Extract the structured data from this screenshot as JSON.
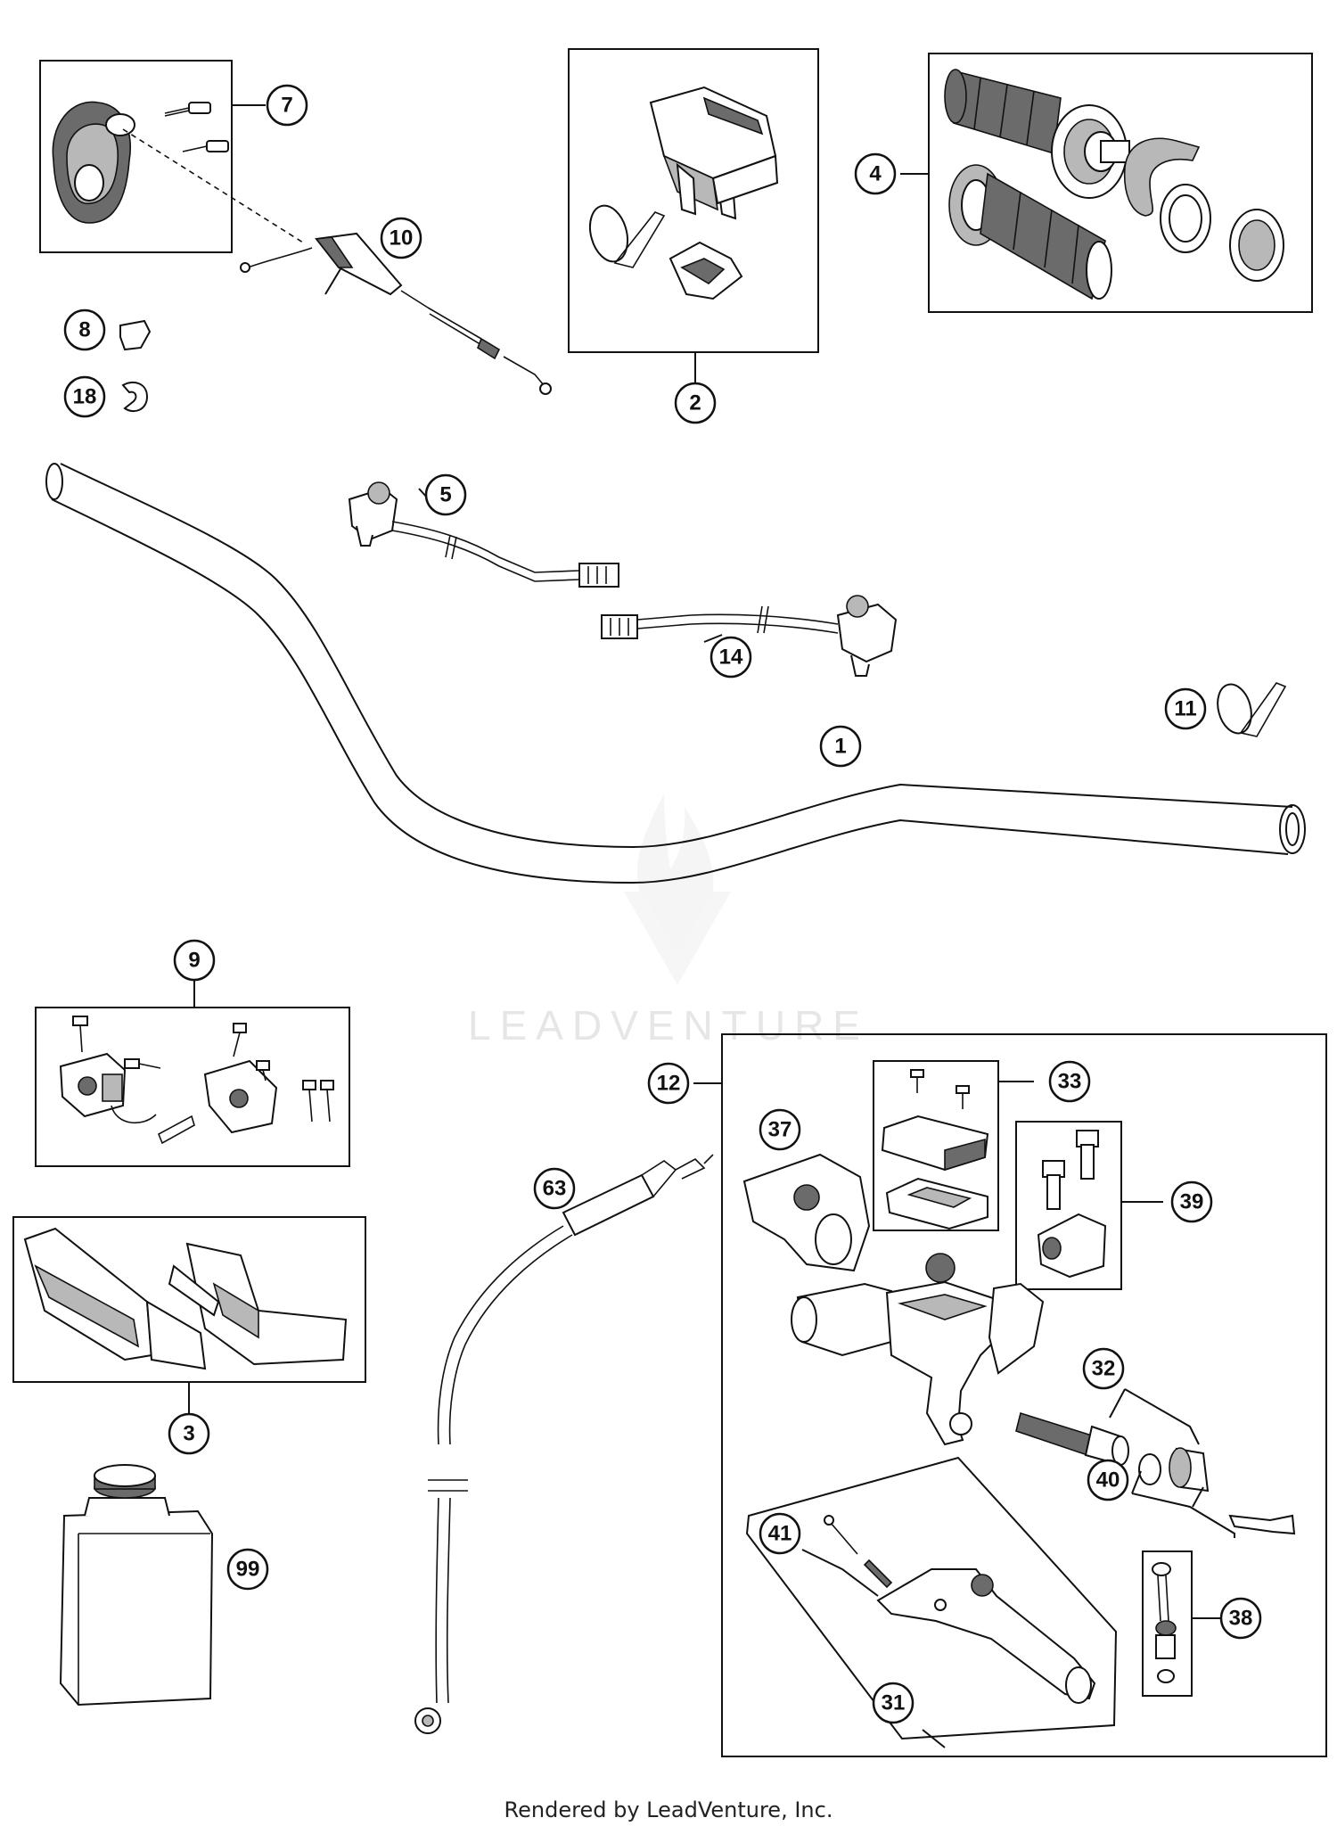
{
  "watermark": "LEADVENTURE",
  "footer": "Rendered by LeadVenture, Inc.",
  "callouts": [
    "1",
    "2",
    "3",
    "4",
    "5",
    "7",
    "8",
    "9",
    "10",
    "11",
    "12",
    "14",
    "18",
    "31",
    "32",
    "33",
    "37",
    "38",
    "39",
    "40",
    "41",
    "63",
    "99"
  ]
}
